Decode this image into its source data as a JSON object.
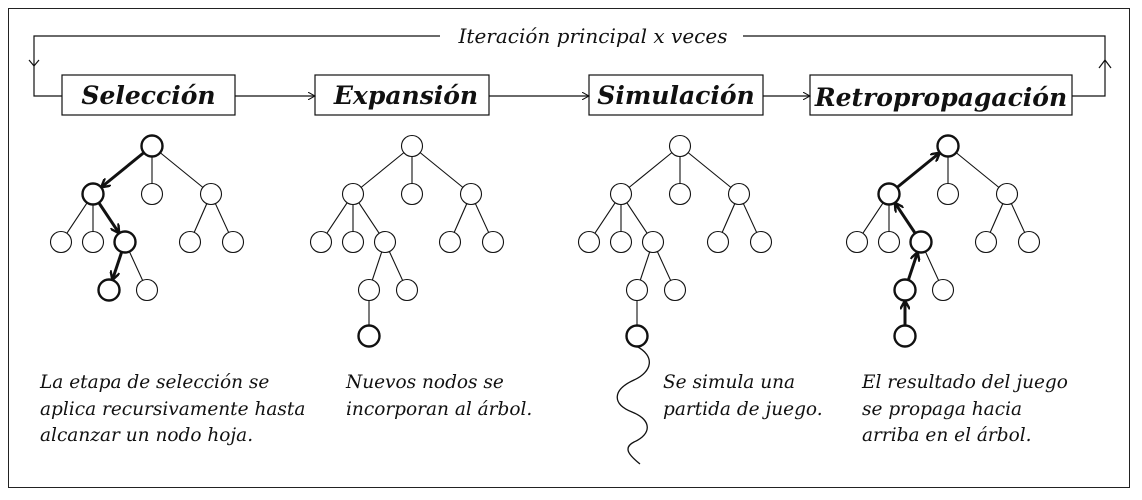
{
  "loop_label": "Iteración principal x veces",
  "stages": [
    {
      "key": "seleccion",
      "title": "Selección",
      "caption": [
        "La etapa de selección se",
        "aplica recursivamente hasta",
        "alcanzar un nodo hoja."
      ]
    },
    {
      "key": "expansion",
      "title": "Expansión",
      "caption": [
        "Nuevos nodos se",
        "incorporan al árbol."
      ]
    },
    {
      "key": "simulacion",
      "title": "Simulación",
      "caption": [
        "Se simula una",
        "partida de juego."
      ]
    },
    {
      "key": "retropropagacion",
      "title": "Retropropagación",
      "caption": [
        "El resultado del juego",
        "se propaga hacia",
        "arriba en el árbol."
      ]
    }
  ],
  "colors": {
    "ink": "#111111",
    "background": "#ffffff"
  }
}
